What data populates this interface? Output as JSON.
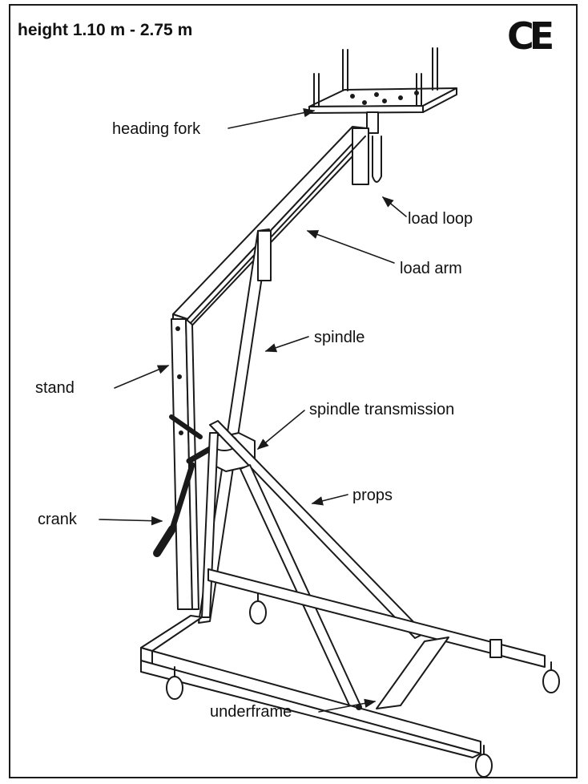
{
  "diagram": {
    "title": "height 1.10 m - 2.75 m",
    "certification_mark": "CE",
    "labels": {
      "heading_fork": "heading fork",
      "load_loop": "load loop",
      "load_arm": "load arm",
      "spindle": "spindle",
      "stand": "stand",
      "spindle_transmission": "spindle transmission",
      "props": "props",
      "crank": "crank",
      "underframe": "underframe"
    }
  },
  "colors": {
    "line": "#1a1a1a",
    "background": "#ffffff"
  }
}
